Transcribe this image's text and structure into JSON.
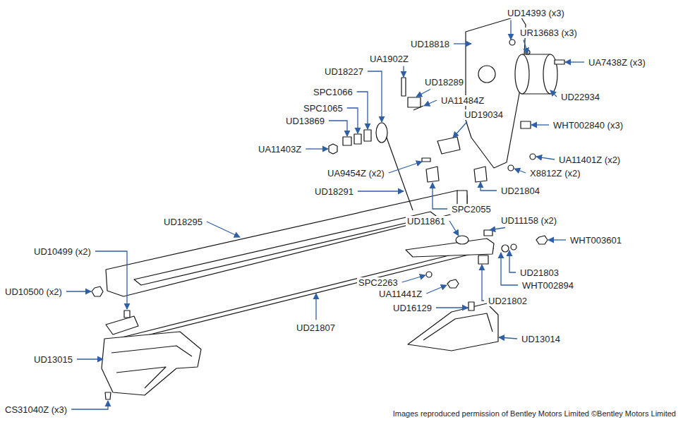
{
  "diagram": {
    "labels": [
      "UD14393 (x3)",
      "UD18818",
      "UR13683 (x3)",
      "UA7438Z (x3)",
      "UA1902Z",
      "UD18227",
      "UD18289",
      "SPC1066",
      "UA11484Z",
      "UD22934",
      "SPC1065",
      "UD19034",
      "UD13869",
      "WHT002840 (x3)",
      "UA11403Z",
      "UA11401Z (x2)",
      "UA9454Z (x2)",
      "X8812Z (x2)",
      "UD18291",
      "UD21804",
      "SPC2055",
      "UD18295",
      "UD11861",
      "UD11158 (x2)",
      "WHT003601",
      "UD10499 (x2)",
      "UD21803",
      "SPC2263",
      "WHT002894",
      "UD10500 (x2)",
      "UA11441Z",
      "UD21802",
      "UD16129",
      "UD21807",
      "UD13014",
      "UD13015",
      "CS31040Z (x3)",
      "Images reproduced permission of Bentley Motors Limited ©Bentley Motors Limited"
    ]
  }
}
